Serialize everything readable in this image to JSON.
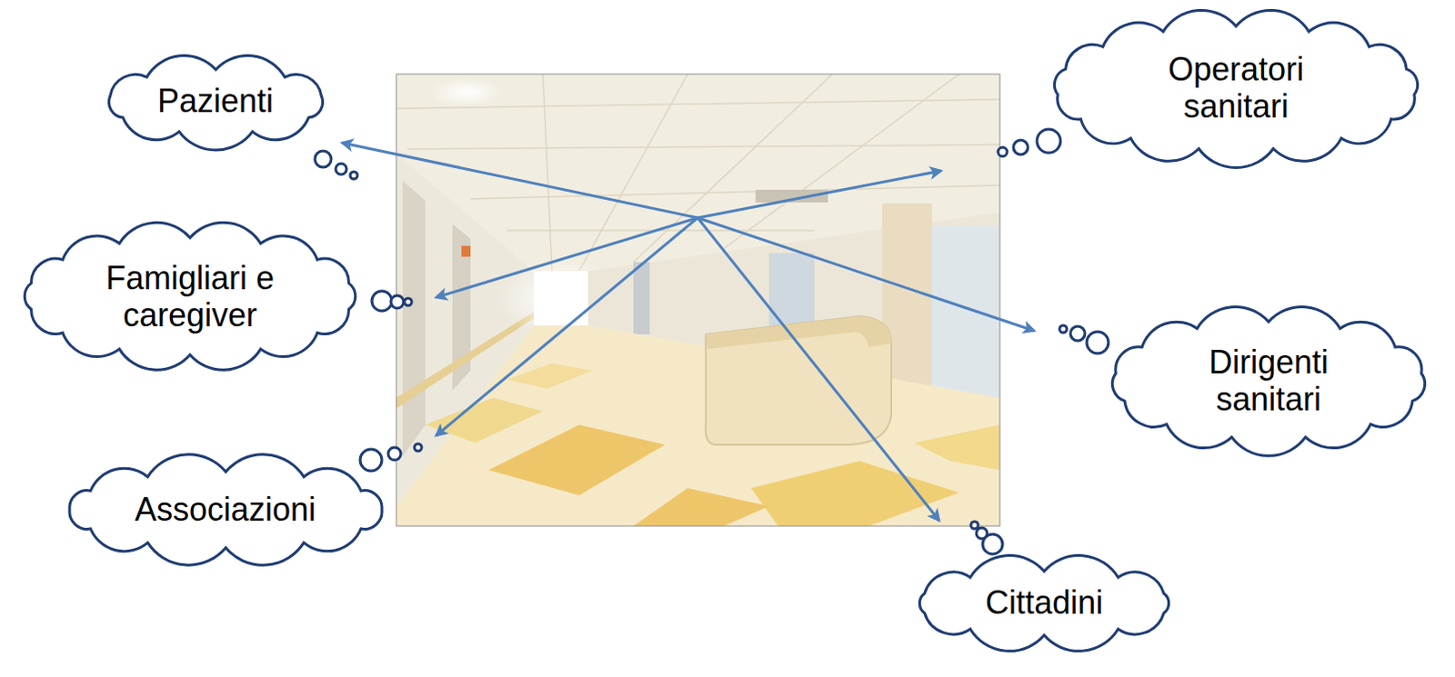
{
  "diagram": {
    "nodes": [
      {
        "text": [
          "Pazienti"
        ]
      },
      {
        "text": [
          "Operatori sanitari"
        ]
      },
      {
        "text": [
          "Famigliari e caregiver"
        ]
      },
      {
        "text": [
          "Dirigenti sanitari"
        ]
      },
      {
        "text": [
          "Associazioni"
        ]
      },
      {
        "text": [
          "Cittadini"
        ]
      }
    ]
  }
}
